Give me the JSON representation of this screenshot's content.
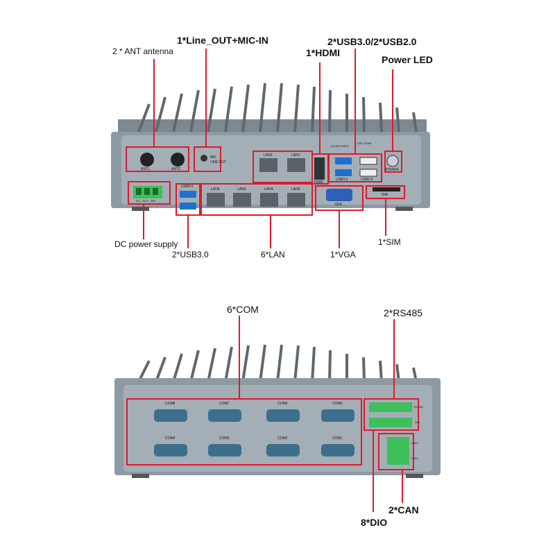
{
  "top_labels": {
    "ant": "2 * ANT antenna",
    "line_out_mic": "1*Line_OUT+MIC-IN",
    "hdmi": "1*HDMI",
    "usb_mix": "2*USB3.0/2*USB2.0",
    "power_led": "Power LED",
    "dc_power": "DC power supply",
    "usb30": "2*USB3.0",
    "lan": "6*LAN",
    "vga": "1*VGA",
    "sim": "1*SIM"
  },
  "bottom_labels": {
    "com": "6*COM",
    "rs485": "2*RS485",
    "can": "2*CAN",
    "dio": "8*DIO"
  },
  "panel_text": {
    "ant1": "ANT1",
    "ant2": "ANT2",
    "mic": "MIC",
    "line_out": "LINE OUT",
    "dc_in": "DC - IN 9 ~ 36V",
    "usb30_small": "USB3.0",
    "lan2": "LAN2",
    "lan1": "LAN1",
    "lan6": "LAN6",
    "lan5": "LAN5",
    "lan4": "LAN4",
    "lan3": "LAN3",
    "hdmi_small": "HDMI",
    "usb30_b": "USB3.0",
    "usb20_b": "USB2.0",
    "power_small": "POWER",
    "vga_small": "VGA",
    "sim_small": "SIM",
    "clear_cmos": "CLEAR CMOS",
    "cpu_temp": "CPU TEMP",
    "com8": "COM8",
    "com7": "COM7",
    "com6": "COM6",
    "com5": "COM5",
    "com4": "COM4",
    "com3": "COM3",
    "com2": "COM2",
    "com1": "COM1",
    "can_1": "CAN1",
    "can_2": "CAN2",
    "dio": "DIO",
    "rs485_small": "RS-485"
  },
  "colors": {
    "highlight": "#e0192a",
    "chassis": "#8e9aa3",
    "chassis_dark": "#6c7882",
    "terminal_green": "#3fbf5a",
    "usb_blue": "#1f6fd0",
    "vga_blue": "#2f5fb8",
    "com_teal": "#3d6f8c"
  }
}
